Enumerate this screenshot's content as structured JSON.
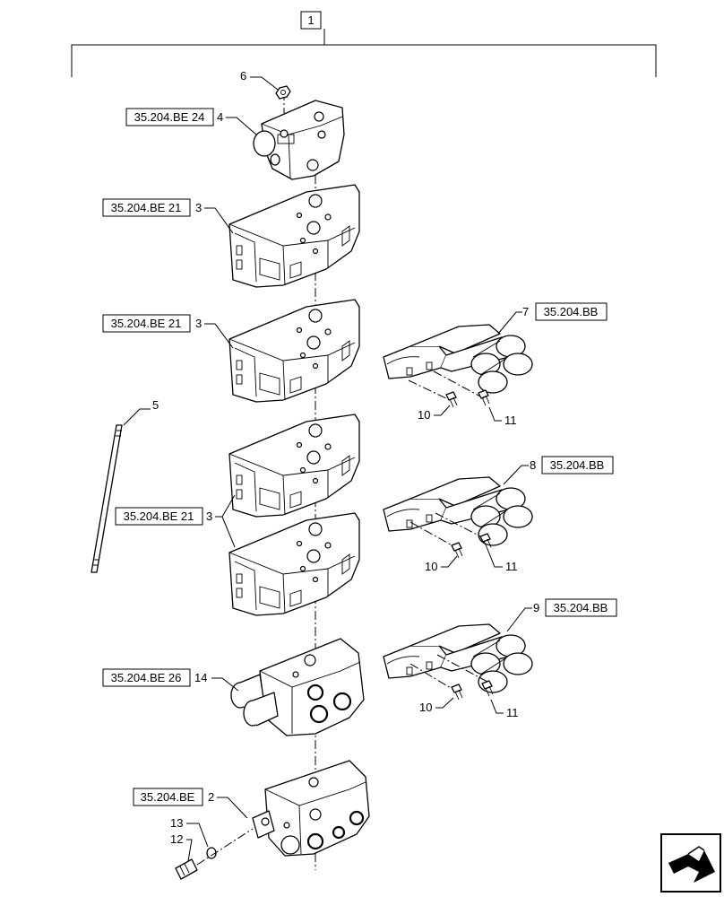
{
  "assembly": {
    "number": "1"
  },
  "callouts": {
    "c6": "6",
    "c4": "4",
    "c3a": "3",
    "c3b": "3",
    "c3c": "3",
    "c5": "5",
    "c14": "14",
    "c2": "2",
    "c13": "13",
    "c12": "12",
    "c7": "7",
    "c8": "8",
    "c9": "9",
    "c10a": "10",
    "c11a": "11",
    "c10b": "10",
    "c11b": "11",
    "c10c": "10",
    "c11c": "11"
  },
  "refs": {
    "r4": "35.204.BE 24",
    "r3a": "35.204.BE 21",
    "r3b": "35.204.BE 21",
    "r3c": "35.204.BE 21",
    "r14": "35.204.BE 26",
    "r2": "35.204.BE",
    "r7": "35.204.BB",
    "r8": "35.204.BB",
    "r9": "35.204.BB"
  },
  "nav_icon": "next-page-arrow-icon"
}
